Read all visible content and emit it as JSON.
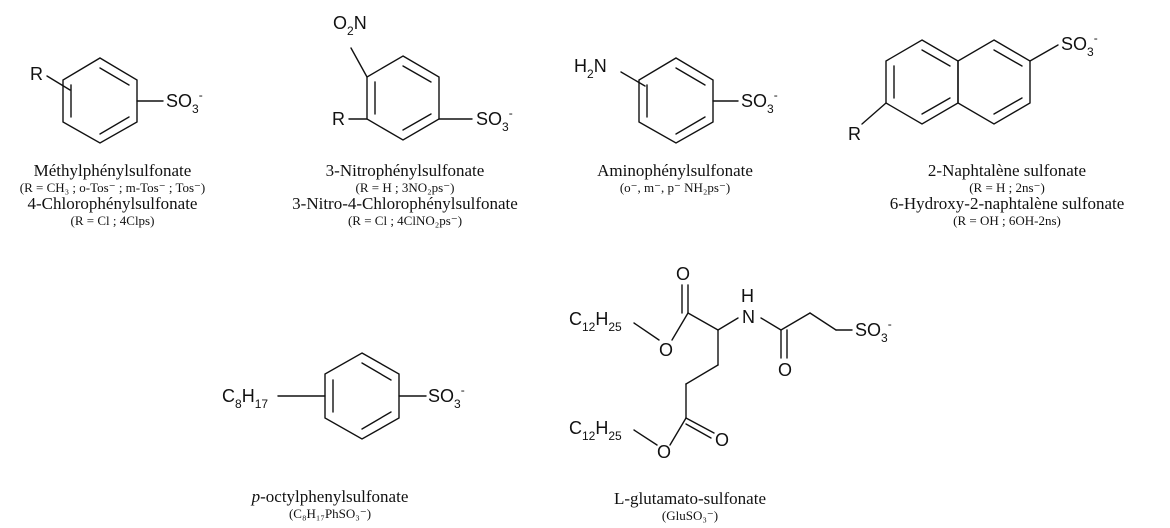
{
  "molecules": {
    "methyl": {
      "atoms": {
        "r": "R",
        "so3": "SO",
        "so3_sub": "3",
        "so3_sup": "-"
      },
      "name1": "Méthylphénylsulfonate",
      "detail1": "(R = CH₃ ; o-Tos⁻ ; m-Tos⁻ ; Tos⁻)",
      "name2": "4-Chlorophénylsulfonate",
      "detail2": "(R = Cl ; 4Clps)"
    },
    "nitro": {
      "atoms": {
        "no2": "O",
        "no2_sub": "2",
        "no2_n": "N",
        "r": "R",
        "so3": "SO",
        "so3_sub": "3",
        "so3_sup": "-"
      },
      "name1": "3-Nitrophénylsulfonate",
      "detail1": "(R = H ; 3NO₂ps⁻)",
      "name2": "3-Nitro-4-Chlorophénylsulfonate",
      "detail2": "(R = Cl ; 4ClNO₂ps⁻)"
    },
    "amino": {
      "atoms": {
        "h2n": "H",
        "h2n_sub": "2",
        "h2n_n": "N",
        "so3": "SO",
        "so3_sub": "3",
        "so3_sup": "-"
      },
      "name1": "Aminophénylsulfonate",
      "detail1": "(o⁻, m⁻, p⁻ NH₂ps⁻)"
    },
    "naphtha": {
      "atoms": {
        "r": "R",
        "so3": "SO",
        "so3_sub": "3",
        "so3_sup": "-"
      },
      "name1": "2-Naphtalène sulfonate",
      "detail1": "(R = H ; 2ns⁻)",
      "name2": "6-Hydroxy-2-naphtalène sulfonate",
      "detail2": "(R = OH ; 6OH-2ns)"
    },
    "octyl": {
      "atoms": {
        "c": "C",
        "c_sub": "8",
        "h": "H",
        "h_sub": "17",
        "so3": "SO",
        "so3_sub": "3",
        "so3_sup": "-"
      },
      "name1_italic": "p",
      "name1": "-octylphenylsulfonate",
      "detail1": "(C₈H₁₇PhSO₃⁻)"
    },
    "glu": {
      "atoms": {
        "c12": "C",
        "c12_sub": "12",
        "h25": "H",
        "h25_sub": "25",
        "o": "O",
        "n": "N",
        "h": "H",
        "so3": "SO",
        "so3_sub": "3",
        "so3_sup": "-"
      },
      "name1": "L-glutamato-sulfonate",
      "detail1": "(GluSO₃⁻)"
    }
  }
}
